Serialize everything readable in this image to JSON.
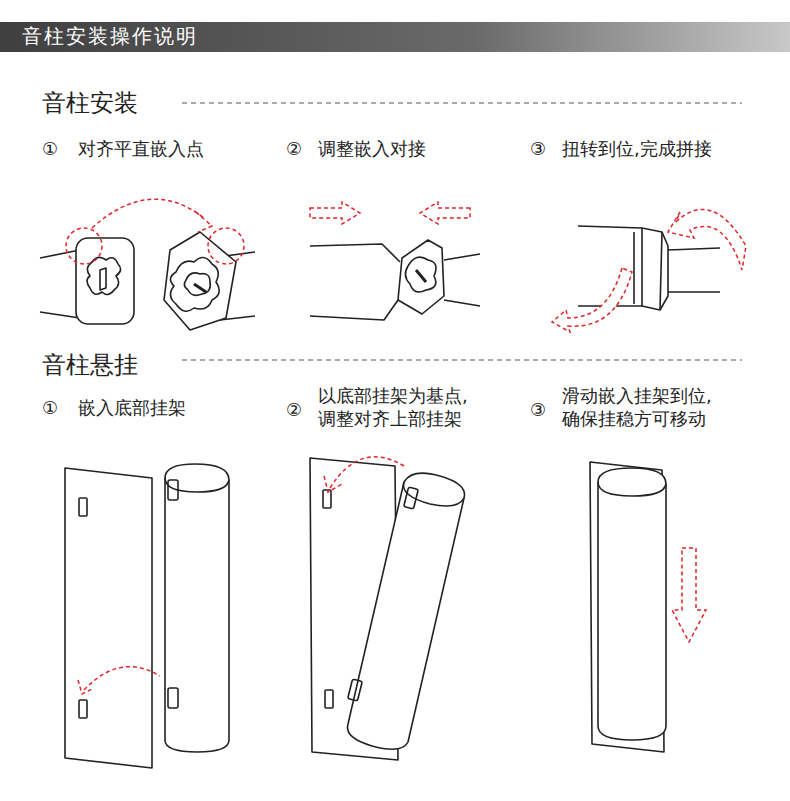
{
  "diagram": {
    "title": "音柱安装操作说明",
    "labels": [
      "音柱安装",
      "①",
      "对齐平直嵌入点",
      "②",
      "调整嵌入对接",
      "③",
      "扭转到位,完成拼接",
      "音柱悬挂",
      "①",
      "嵌入底部挂架",
      "②",
      "以底部挂架为基点, 调整对齐上部挂架",
      "③",
      "滑动嵌入挂架到位, 确保挂稳方可移动"
    ]
  }
}
